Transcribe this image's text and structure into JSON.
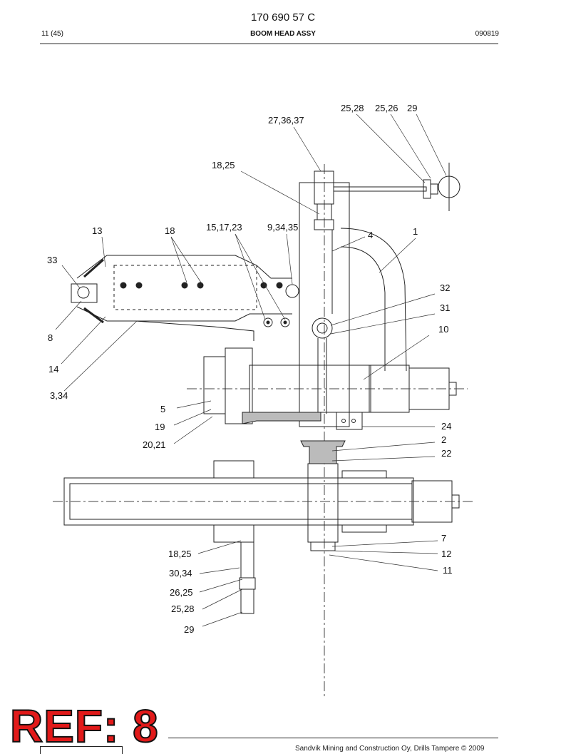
{
  "header": {
    "doc_number": "170 690 57 C",
    "page": "11 (45)",
    "title": "BOOM HEAD ASSY",
    "date": "090819"
  },
  "labels": [
    {
      "id": "l1",
      "text": "25,28"
    },
    {
      "id": "l2",
      "text": "25,26"
    },
    {
      "id": "l3",
      "text": "29"
    },
    {
      "id": "l4",
      "text": "27,36,37"
    },
    {
      "id": "l5",
      "text": "18,25"
    },
    {
      "id": "l6",
      "text": "13"
    },
    {
      "id": "l7",
      "text": "18"
    },
    {
      "id": "l8",
      "text": "15,17,23"
    },
    {
      "id": "l9",
      "text": "9,34,35"
    },
    {
      "id": "l10",
      "text": "4"
    },
    {
      "id": "l11",
      "text": "1"
    },
    {
      "id": "l12",
      "text": "33"
    },
    {
      "id": "l13",
      "text": "32"
    },
    {
      "id": "l14",
      "text": "31"
    },
    {
      "id": "l15",
      "text": "10"
    },
    {
      "id": "l16",
      "text": "8"
    },
    {
      "id": "l17",
      "text": "14"
    },
    {
      "id": "l18",
      "text": "3,34"
    },
    {
      "id": "l19",
      "text": "5"
    },
    {
      "id": "l20",
      "text": "19"
    },
    {
      "id": "l21",
      "text": "20,21"
    },
    {
      "id": "l22",
      "text": "24"
    },
    {
      "id": "l23",
      "text": "2"
    },
    {
      "id": "l24",
      "text": "22"
    },
    {
      "id": "l25",
      "text": "7"
    },
    {
      "id": "l26",
      "text": "12"
    },
    {
      "id": "l27",
      "text": "11"
    },
    {
      "id": "l28",
      "text": "18,25"
    },
    {
      "id": "l29",
      "text": "30,34"
    },
    {
      "id": "l30",
      "text": "26,25"
    },
    {
      "id": "l31",
      "text": "25,28"
    },
    {
      "id": "l32",
      "text": "29"
    }
  ],
  "ref_stamp": "REF: 8",
  "footer": {
    "copyright": "Sandvik Mining and Construction Oy, Drills Tampere © 2009"
  }
}
